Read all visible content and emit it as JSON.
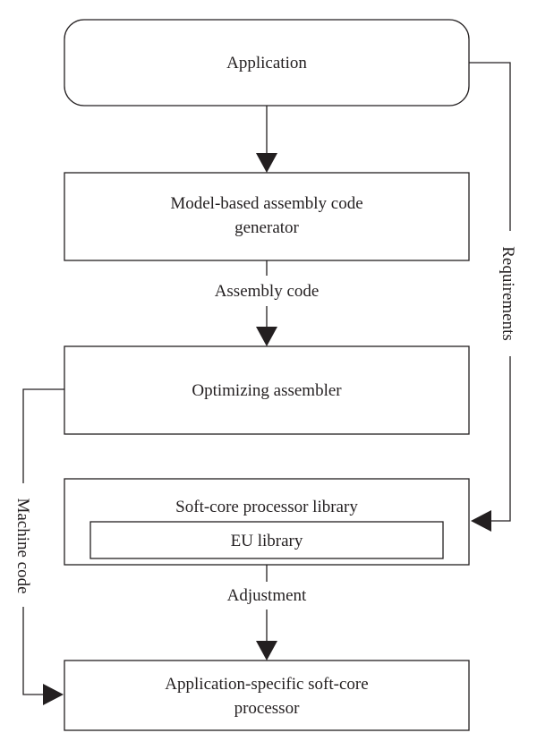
{
  "nodes": {
    "application": {
      "label": "Application"
    },
    "generator": {
      "lines": [
        "Model-based assembly code",
        "generator"
      ]
    },
    "assembler": {
      "label": "Optimizing assembler"
    },
    "library": {
      "label": "Soft-core processor library"
    },
    "eu_library": {
      "label": "EU library"
    },
    "processor": {
      "lines": [
        "Application-specific soft-core",
        "processor"
      ]
    }
  },
  "edges": {
    "assembly_code": {
      "label": "Assembly code"
    },
    "adjustment": {
      "label": "Adjustment"
    },
    "requirements": {
      "label": "Requirements"
    },
    "machine_code": {
      "label": "Machine code"
    }
  },
  "colors": {
    "stroke": "#231f20",
    "background": "#ffffff"
  }
}
